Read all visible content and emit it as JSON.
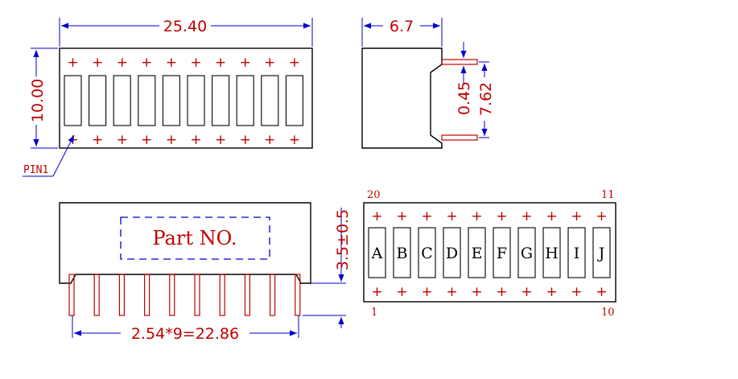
{
  "dimensions": {
    "total_width": "25.40",
    "height": "10.00",
    "side_depth": "6.7",
    "pin_thickness": "0.45",
    "row_spacing": "7.62",
    "standoff": "3.5±0.5",
    "pitch": "2.54*9=22.86"
  },
  "labels": {
    "pin1": "PIN1",
    "part_no": "Part NO."
  },
  "pin_numbers": {
    "top_left": "20",
    "top_right": "11",
    "bottom_left": "1",
    "bottom_right": "10"
  },
  "segments": [
    "A",
    "B",
    "C",
    "D",
    "E",
    "F",
    "G",
    "H",
    "I",
    "J"
  ],
  "markers": {
    "pin": "+"
  },
  "colors": {
    "outline": "#000000",
    "dimension": "#0000cc",
    "text": "#c00000"
  }
}
